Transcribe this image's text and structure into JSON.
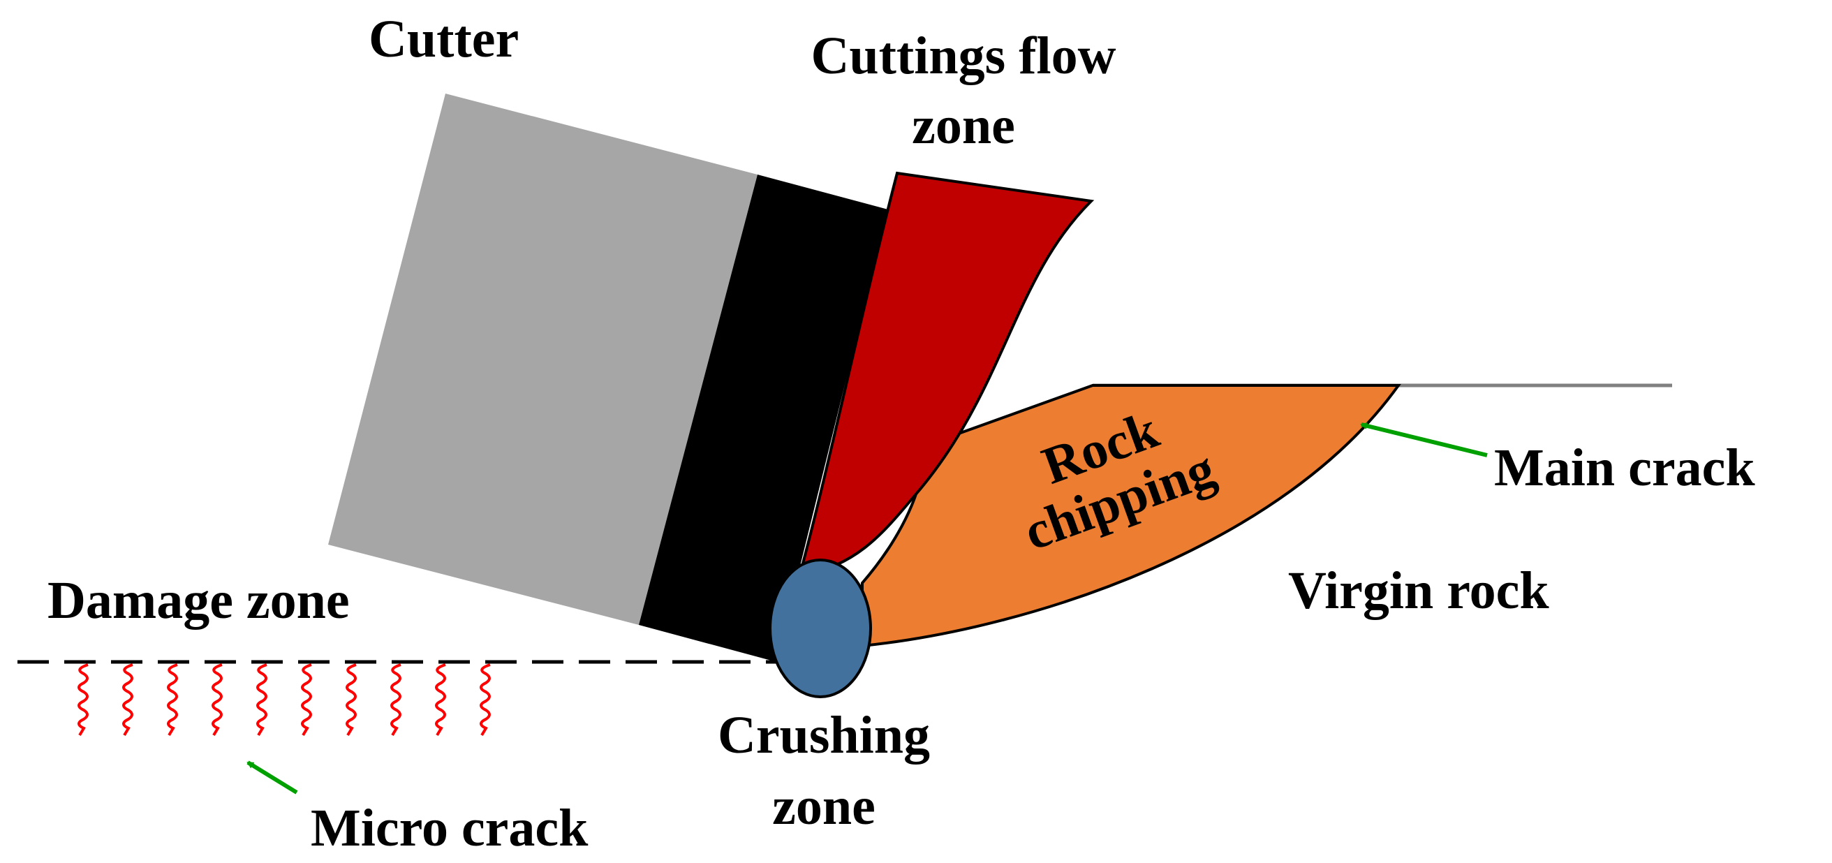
{
  "labels": {
    "cutter": "Cutter",
    "cuttings_flow_line1": "Cuttings flow",
    "cuttings_flow_line2": "zone",
    "rock_chipping_line1": "Rock",
    "rock_chipping_line2": "chipping",
    "main_crack": "Main crack",
    "virgin_rock": "Virgin rock",
    "damage_zone": "Damage zone",
    "crushing_line1": "Crushing",
    "crushing_line2": "zone",
    "micro_crack": "Micro crack"
  },
  "colors": {
    "cutter_body": "#a6a6a6",
    "cutter_face": "#000000",
    "cuttings_flow": "#c00000",
    "rock_chipping": "#ed7d31",
    "crushing_zone": "#41719c",
    "micro_crack": "#ff0000",
    "arrow": "#00a000",
    "surface_line": "#808080"
  }
}
